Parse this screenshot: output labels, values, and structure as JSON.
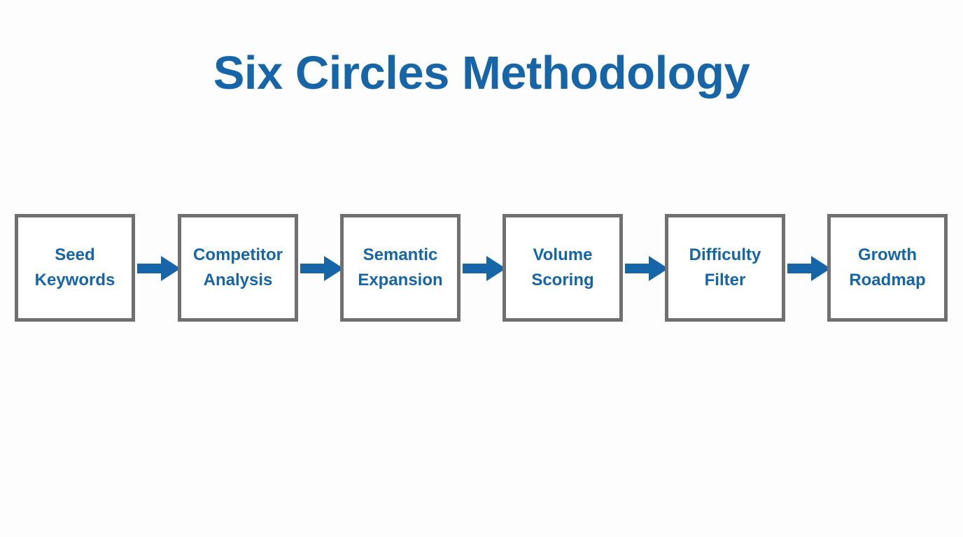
{
  "page": {
    "title": "Six Circles Methodology",
    "background_color": "#fdfdfd",
    "accent_color": "#1565a8",
    "border_color": "#707070",
    "arrow_color": "#1565a8"
  },
  "diagram": {
    "type": "linear-process-flow",
    "orientation": "horizontal",
    "stage_count": 6,
    "connector": "block-arrow",
    "stages": [
      {
        "label": "Seed\nKeywords",
        "line1": "Seed",
        "line2": "Keywords",
        "order": 1
      },
      {
        "label": "Competitor\nAnalysis",
        "line1": "Competitor",
        "line2": "Analysis",
        "order": 2
      },
      {
        "label": "Semantic\nExpansion",
        "line1": "Semantic",
        "line2": "Expansion",
        "order": 3
      },
      {
        "label": "Volume\nScoring",
        "line1": "Volume",
        "line2": "Scoring",
        "order": 4
      },
      {
        "label": "Difficulty\nFilter",
        "line1": "Difficulty",
        "line2": "Filter",
        "order": 5
      },
      {
        "label": "Growth\nRoadmap",
        "line1": "Growth",
        "line2": "Roadmap",
        "order": 6
      }
    ],
    "arrows": [
      {
        "from": "Seed Keywords",
        "to": "Competitor Analysis"
      },
      {
        "from": "Competitor Analysis",
        "to": "Semantic Expansion"
      },
      {
        "from": "Semantic Expansion",
        "to": "Volume Scoring"
      },
      {
        "from": "Volume Scoring",
        "to": "Difficulty Filter"
      },
      {
        "from": "Difficulty Filter",
        "to": "Growth Roadmap"
      }
    ]
  }
}
